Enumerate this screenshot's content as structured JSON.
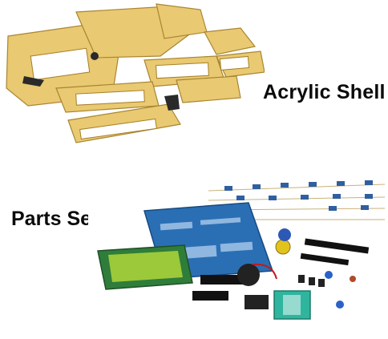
{
  "labels": {
    "acrylic_shell": "Acrylic Shell",
    "parts_set": "Parts Set"
  },
  "colors": {
    "acrylic": "#e8c76a",
    "acrylic_edge": "#b98f2d",
    "pcb_blue": "#2a6fb4",
    "lcd_green": "#9cc93a",
    "pcb_green": "#2f7d3a",
    "socket_teal": "#2fb59e"
  },
  "icons": {
    "shell": "acrylic-panels-illustration",
    "parts": "electronic-parts-illustration"
  }
}
